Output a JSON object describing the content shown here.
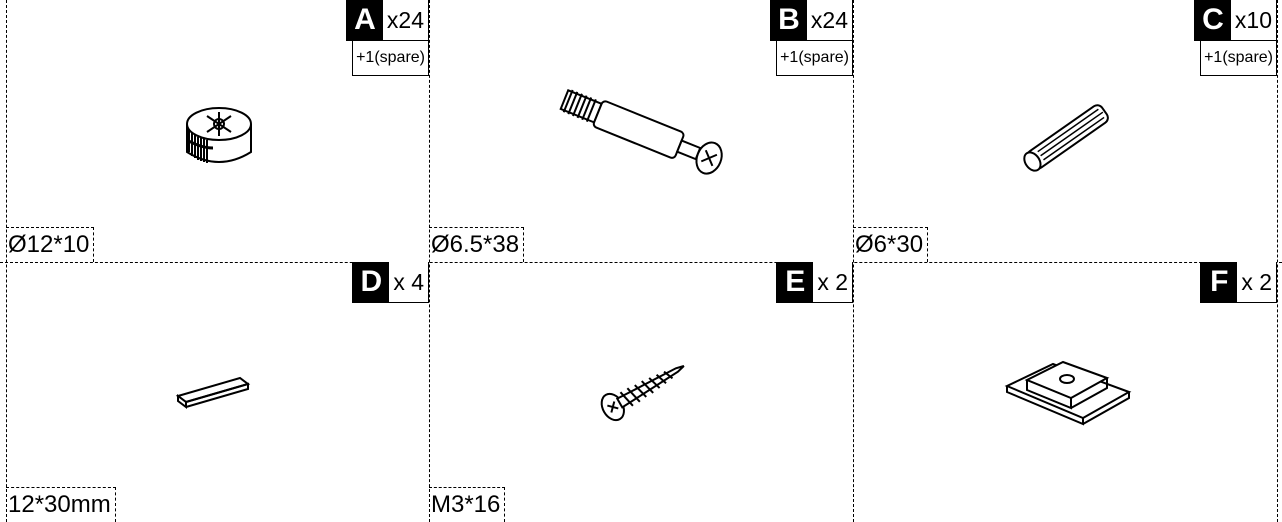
{
  "parts": [
    {
      "id": "A",
      "letter": "A",
      "qty": "x24",
      "spare": "+1(spare)",
      "dim": "Ø12*10",
      "icon": "cam-lock-nut-icon"
    },
    {
      "id": "B",
      "letter": "B",
      "qty": "x24",
      "spare": "+1(spare)",
      "dim": "Ø6.5*38",
      "icon": "cam-bolt-icon"
    },
    {
      "id": "C",
      "letter": "C",
      "qty": "x10",
      "spare": "+1(spare)",
      "dim": "Ø6*30",
      "icon": "wooden-dowel-icon"
    },
    {
      "id": "D",
      "letter": "D",
      "qty": "x 4",
      "spare": "",
      "dim": "12*30mm",
      "icon": "felt-pad-icon"
    },
    {
      "id": "E",
      "letter": "E",
      "qty": "x 2",
      "spare": "",
      "dim": "M3*16",
      "icon": "screw-icon"
    },
    {
      "id": "F",
      "letter": "F",
      "qty": "x 2",
      "spare": "",
      "dim": "",
      "icon": "bracket-clip-icon"
    }
  ]
}
